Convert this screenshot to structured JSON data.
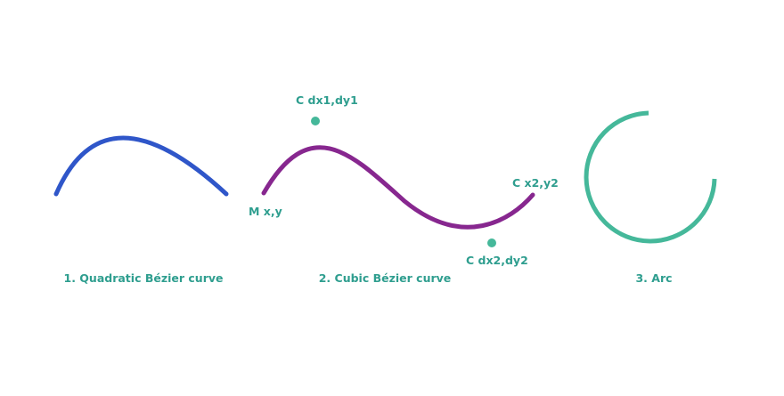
{
  "colors": {
    "quadratic": "#2f56c9",
    "cubic": "#87278f",
    "arc": "#45b89a",
    "text": "#2f9e8f",
    "control_point": "#45b89a"
  },
  "labels": {
    "move_to": "M x,y",
    "control1": "C dx1,dy1",
    "control2": "C dx2,dy2",
    "end_point": "C x2,y2"
  },
  "captions": {
    "quadratic": "1. Quadratic Bézier curve",
    "cubic": "2. Cubic Bézier curve",
    "arc": "3. Arc"
  }
}
